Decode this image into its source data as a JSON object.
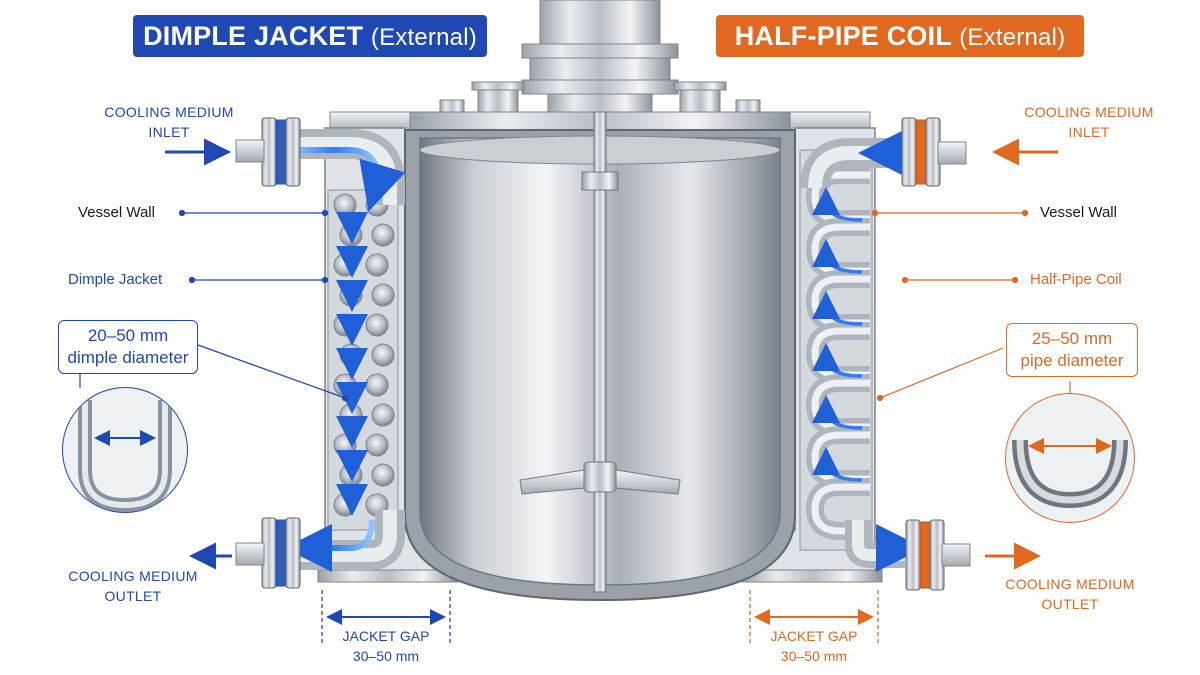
{
  "colors": {
    "blue": "#1f48b4",
    "orange": "#e0681f",
    "steel_light": "#eef1f4",
    "steel_dark": "#8a929b",
    "flow": "#2f7df0"
  },
  "left": {
    "title": "DIMPLE JACKET",
    "title_suffix": "(External)",
    "inlet": [
      "COOLING MEDIUM",
      "INLET"
    ],
    "outlet": [
      "COOLING MEDIUM",
      "OUTLET"
    ],
    "vessel_wall": "Vessel Wall",
    "jacket_label": "Dimple Jacket",
    "callout": [
      "20–50 mm",
      "dimple diameter"
    ],
    "gap": [
      "JACKET GAP",
      "30–50 mm"
    ]
  },
  "right": {
    "title": "HALF-PIPE COIL",
    "title_suffix": "(External)",
    "inlet": [
      "COOLING MEDIUM",
      "INLET"
    ],
    "outlet": [
      "COOLING MEDIUM",
      "OUTLET"
    ],
    "vessel_wall": "Vessel Wall",
    "jacket_label": "Half-Pipe Coil",
    "callout": [
      "25–50 mm",
      "pipe diameter"
    ],
    "gap": [
      "JACKET GAP",
      "30–50 mm"
    ]
  },
  "icons": {
    "flow_arrow": "flow-arrow-icon",
    "flange": "flange-icon",
    "agitator": "agitator-icon",
    "dimple_detail": "dimple-cross-section-icon",
    "halfpipe_detail": "half-pipe-cross-section-icon"
  }
}
